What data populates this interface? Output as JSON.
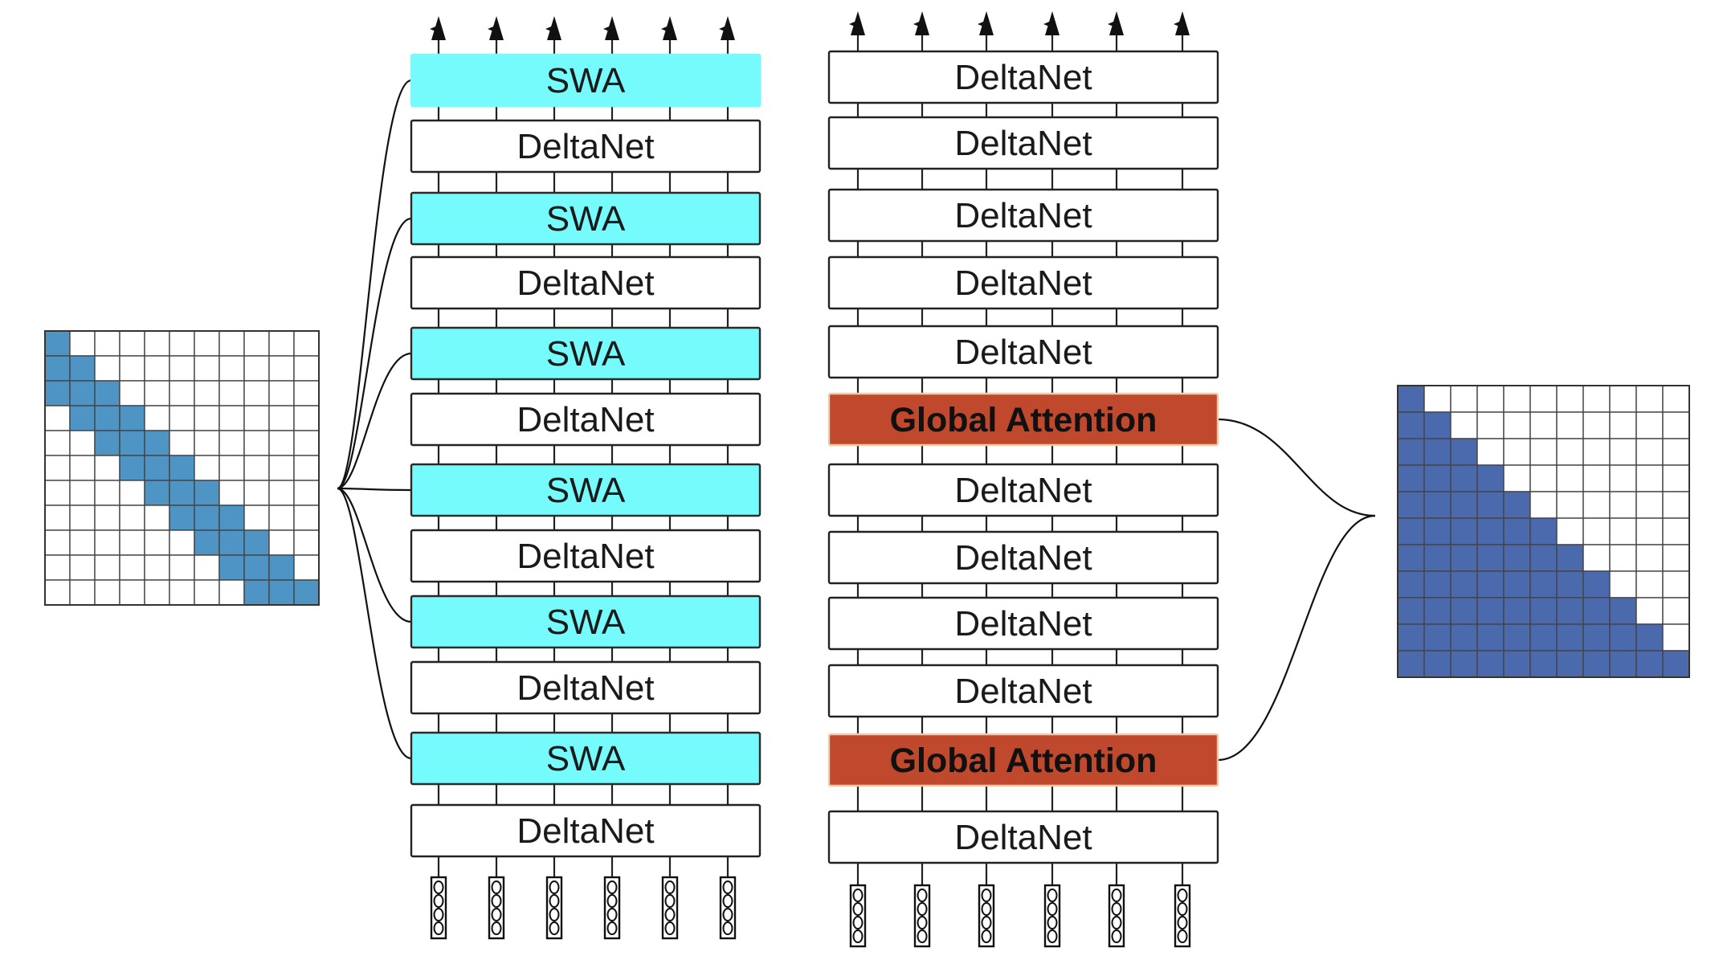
{
  "colors": {
    "swa": "#75fbfc",
    "deltanet": "#ffffff",
    "global_attention": "#c0482c",
    "stroke": "#222222",
    "sliding_mask": "#4e94c4",
    "causal_mask": "#4a6aad",
    "grid_line": "#444444"
  },
  "left_stack": {
    "layers_top_to_bottom": [
      {
        "type": "swa",
        "label": "SWA"
      },
      {
        "type": "deltanet",
        "label": "DeltaNet"
      },
      {
        "type": "swa",
        "label": "SWA"
      },
      {
        "type": "deltanet",
        "label": "DeltaNet"
      },
      {
        "type": "swa",
        "label": "SWA"
      },
      {
        "type": "deltanet",
        "label": "DeltaNet"
      },
      {
        "type": "swa",
        "label": "SWA"
      },
      {
        "type": "deltanet",
        "label": "DeltaNet"
      },
      {
        "type": "swa",
        "label": "SWA"
      },
      {
        "type": "deltanet",
        "label": "DeltaNet"
      },
      {
        "type": "swa",
        "label": "SWA"
      },
      {
        "type": "deltanet",
        "label": "DeltaNet"
      }
    ],
    "token_count": 6
  },
  "right_stack": {
    "layers_top_to_bottom": [
      {
        "type": "deltanet",
        "label": "DeltaNet"
      },
      {
        "type": "deltanet",
        "label": "DeltaNet"
      },
      {
        "type": "deltanet",
        "label": "DeltaNet"
      },
      {
        "type": "deltanet",
        "label": "DeltaNet"
      },
      {
        "type": "deltanet",
        "label": "DeltaNet"
      },
      {
        "type": "global_attention",
        "label": "Global Attention"
      },
      {
        "type": "deltanet",
        "label": "DeltaNet"
      },
      {
        "type": "deltanet",
        "label": "DeltaNet"
      },
      {
        "type": "deltanet",
        "label": "DeltaNet"
      },
      {
        "type": "deltanet",
        "label": "DeltaNet"
      },
      {
        "type": "global_attention",
        "label": "Global Attention"
      },
      {
        "type": "deltanet",
        "label": "DeltaNet"
      }
    ],
    "token_count": 6
  },
  "sliding_window_mask": {
    "size": 11,
    "window": 3
  },
  "causal_mask": {
    "size": 11
  }
}
